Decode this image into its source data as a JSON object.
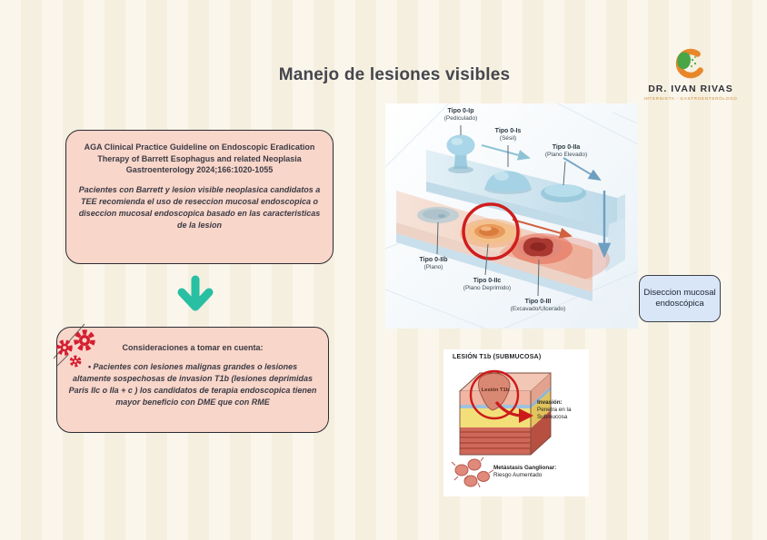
{
  "title": "Manejo de lesiones visibles",
  "logo": {
    "name": "DR. IVAN RIVAS",
    "subtitle": "INTERNISTA - GASTROENTERÓLOGO"
  },
  "guideline_box": {
    "heading": "AGA Clinical Practice Guideline on Endoscopic Eradication Therapy of Barrett Esophagus and related Neoplasia",
    "citation": "Gastroenterology 2024;166:1020-1055",
    "body": "Pacientes con Barrett y lesion visible neoplasica candidatos a TEE  recomienda el uso de reseccion mucosal endoscopica o diseccion mucosal endoscopica basado en las  caracteristicas de la lesion"
  },
  "considerations_box": {
    "heading": "Consideraciones  a tomar en cuenta:",
    "body": "• Pacientes  con lesiones malignas grandes o lesiones  altamente sospechosas de invasion T1b (lesiones  deprimidas Paris IIc  o IIa + c ) los candidatos de terapia endoscopica tienen mayor beneficio con DME que con RME"
  },
  "paris_diagram": {
    "labels": [
      {
        "type": "Tipo 0-Ip",
        "desc": "(Pediculado)"
      },
      {
        "type": "Tipo 0-Is",
        "desc": "(Sésil)"
      },
      {
        "type": "Tipo 0-IIa",
        "desc": "(Plano Elevado)"
      },
      {
        "type": "Tipo 0-IIb",
        "desc": "(Plano)"
      },
      {
        "type": "Tipo 0-IIc",
        "desc": "(Plano Deprimido)"
      },
      {
        "type": "Tipo 0-III",
        "desc": "(Excavado/Ulcerado)"
      }
    ]
  },
  "dme_label_box": {
    "text": "Diseccion mucosal endoscópica"
  },
  "t1b_diagram": {
    "title": "LESIÓN T1b (SUBMUCOSA)",
    "lesion_label": "Lesión T1b",
    "invasion_heading": "Invasión:",
    "invasion_body": "Penetra en la Submucosa",
    "metastasis_heading": "Metástasis Ganglionar:",
    "metastasis_body": "Riesgo Aumentado"
  },
  "colors": {
    "accent_green": "#28bfa3",
    "box_pink": "#f9d6ca",
    "gear_red": "#d51e30",
    "label_blue": "#d9e6f8",
    "logo_orange": "#e8872a",
    "logo_green": "#48a647",
    "circle_red": "#cc1a1a"
  }
}
